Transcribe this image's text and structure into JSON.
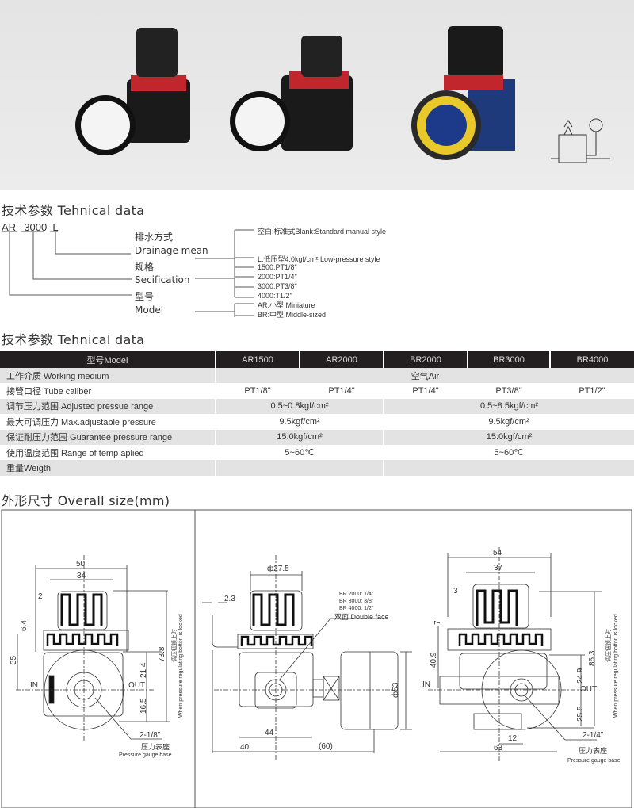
{
  "section_titles": {
    "tech1": "技术参数 Tehnical data",
    "tech2": "技术参数 Tehnical data",
    "size": "外形尺寸 Overall size(mm)"
  },
  "model_code": {
    "prefix": "AR",
    "spec": "-3000",
    "drain": "-L",
    "drainage": {
      "cn": "排水方式",
      "en": "Drainage mean",
      "options": [
        "空白:标准式Blank:Standard manual style",
        "L:低压型4.0kgf/cm² Low-pressure style"
      ]
    },
    "specification": {
      "cn": "规格",
      "en": "Secification",
      "options": [
        "1500:PT1/8\"",
        "2000:PT1/4\"",
        "3000:PT3/8\"",
        "4000:T1/2\""
      ]
    },
    "model": {
      "cn": "型号",
      "en": "Model",
      "options": [
        "AR:小型 Miniature",
        "BR:中型 Middle-sized"
      ]
    }
  },
  "table": {
    "headers": [
      "型号Model",
      "AR1500",
      "AR2000",
      "BR2000",
      "BR3000",
      "BR4000"
    ],
    "rows": [
      {
        "label": "工作介质 Working medium",
        "value": "空气Air"
      },
      {
        "label": "接管口径 Tube caliber",
        "values": [
          "PT1/8\"",
          "PT1/4\"",
          "PT1/4\"",
          "PT3/8\"",
          "PT1/2\""
        ]
      },
      {
        "label": "调节压力范围 Adjusted pressue range",
        "ar": "0.5~0.8kgf/cm²",
        "br": "0.5~8.5kgf/cm²"
      },
      {
        "label": "最大可调压力 Max.adjustable pressure",
        "ar": "9.5kgf/cm²",
        "br": "9.5kgf/cm²"
      },
      {
        "label": "保证耐压力范围 Guarantee pressure range",
        "ar": "15.0kgf/cm²",
        "br": "15.0kgf/cm²"
      },
      {
        "label": "使用温度范围 Range of temp aplied",
        "ar": "5~60℃",
        "br": "5~60℃"
      },
      {
        "label": "重量Weigth"
      }
    ]
  },
  "drawings": {
    "ar": {
      "d50": "50",
      "d34": "34",
      "d2": "2",
      "d64": "6.4",
      "d35": "35",
      "d214": "21.4",
      "d738": "73.8",
      "d165": "16.5",
      "in": "IN",
      "out": "OUT",
      "note_cn": "调压钮锁上时",
      "note_en": "When pressure regulating botton is locked",
      "port": "2-1/8\"",
      "gauge_cn": "压力表座",
      "gauge_en": "Pressure gauge base"
    },
    "side": {
      "d275": "ф27.5",
      "d23": "2.3",
      "br": [
        "BR 2000: 1/4\"",
        "BR 3000: 3/8\"",
        "BR 4000: 1/2\""
      ],
      "double": "双面 Double face",
      "d53": "ф53",
      "d44": "44",
      "d40": "40",
      "d60": "(60)"
    },
    "br": {
      "d54": "54",
      "d37": "37",
      "d3": "3",
      "d7": "7",
      "d409": "40.9",
      "d863": "86.3",
      "d249": "24.9",
      "d255": "25.5",
      "d12": "12",
      "d63": "63",
      "in": "IN",
      "out": "OUT",
      "note_cn": "调压钮锁上时",
      "note_en": "When pressure regulating botton is locked",
      "port": "2-1/4\"",
      "gauge_cn": "压力表座",
      "gauge_en": "Pressure gauge base"
    }
  }
}
